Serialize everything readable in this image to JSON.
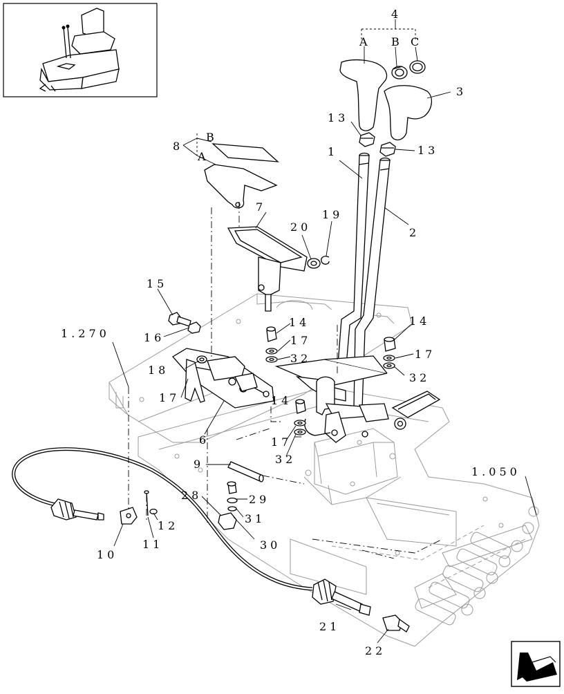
{
  "figure": {
    "callouts": {
      "c4": "4",
      "c4a": "A",
      "c4b": "B",
      "c4c": "C",
      "c3": "3",
      "c13a": "13",
      "c13b": "13",
      "c1": "1",
      "c2": "2",
      "c8": "8",
      "c8b": "B",
      "c8a": "A",
      "c7": "7",
      "c20": "20",
      "c19": "19",
      "c15": "15",
      "c16": "16",
      "c14a": "14",
      "c14b": "14",
      "c14c": "14",
      "c17a": "17",
      "c17b": "17",
      "c17c": "17",
      "c17d": "17",
      "c32a": "32",
      "c32b": "32",
      "c32c": "32",
      "c18": "18",
      "c6": "6",
      "c9": "9",
      "c1270": "1.270",
      "c1050": "1.050",
      "c28": "28",
      "c29": "29",
      "c31": "31",
      "c30": "30",
      "c12": "12",
      "c10": "10",
      "c11": "11",
      "c21": "21",
      "c22": "22"
    },
    "icons": {
      "thumbnail": "excavator-seat-thumbnail-icon",
      "nav": "next-page-arrow-icon"
    }
  }
}
